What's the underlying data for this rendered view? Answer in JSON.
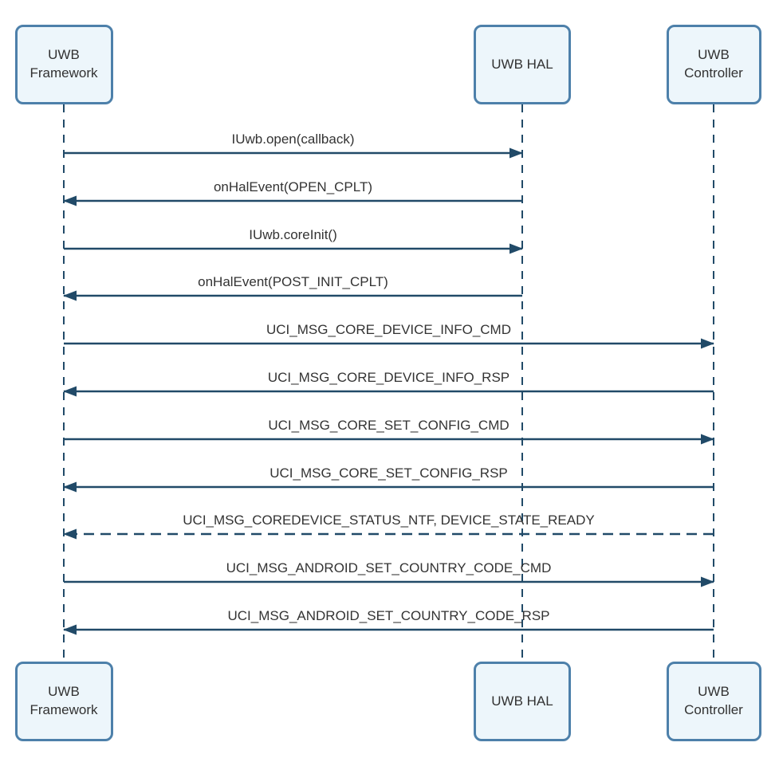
{
  "diagram": {
    "type": "sequence",
    "colors": {
      "background": "#ffffff",
      "box_fill": "#edf6fb",
      "box_border": "#4d80aa",
      "line": "#214a68",
      "text": "#333333"
    },
    "participants": [
      {
        "name": "UWB Framework"
      },
      {
        "name": "UWB HAL"
      },
      {
        "name": "UWB Controller"
      }
    ],
    "messages": [
      {
        "label": "IUwb.open(callback)",
        "from": 0,
        "to": 1,
        "line": "solid"
      },
      {
        "label": "onHalEvent(OPEN_CPLT)",
        "from": 1,
        "to": 0,
        "line": "solid"
      },
      {
        "label": "IUwb.coreInit()",
        "from": 0,
        "to": 1,
        "line": "solid"
      },
      {
        "label": "onHalEvent(POST_INIT_CPLT)",
        "from": 1,
        "to": 0,
        "line": "solid"
      },
      {
        "label": "UCI_MSG_CORE_DEVICE_INFO_CMD",
        "from": 0,
        "to": 2,
        "line": "solid"
      },
      {
        "label": "UCI_MSG_CORE_DEVICE_INFO_RSP",
        "from": 2,
        "to": 0,
        "line": "solid"
      },
      {
        "label": "UCI_MSG_CORE_SET_CONFIG_CMD",
        "from": 0,
        "to": 2,
        "line": "solid"
      },
      {
        "label": "UCI_MSG_CORE_SET_CONFIG_RSP",
        "from": 2,
        "to": 0,
        "line": "solid"
      },
      {
        "label": "UCI_MSG_COREDEVICE_STATUS_NTF, DEVICE_STATE_READY",
        "from": 2,
        "to": 0,
        "line": "dashed"
      },
      {
        "label": "UCI_MSG_ANDROID_SET_COUNTRY_CODE_CMD",
        "from": 0,
        "to": 2,
        "line": "solid"
      },
      {
        "label": "UCI_MSG_ANDROID_SET_COUNTRY_CODE_RSP",
        "from": 2,
        "to": 0,
        "line": "solid"
      }
    ]
  }
}
